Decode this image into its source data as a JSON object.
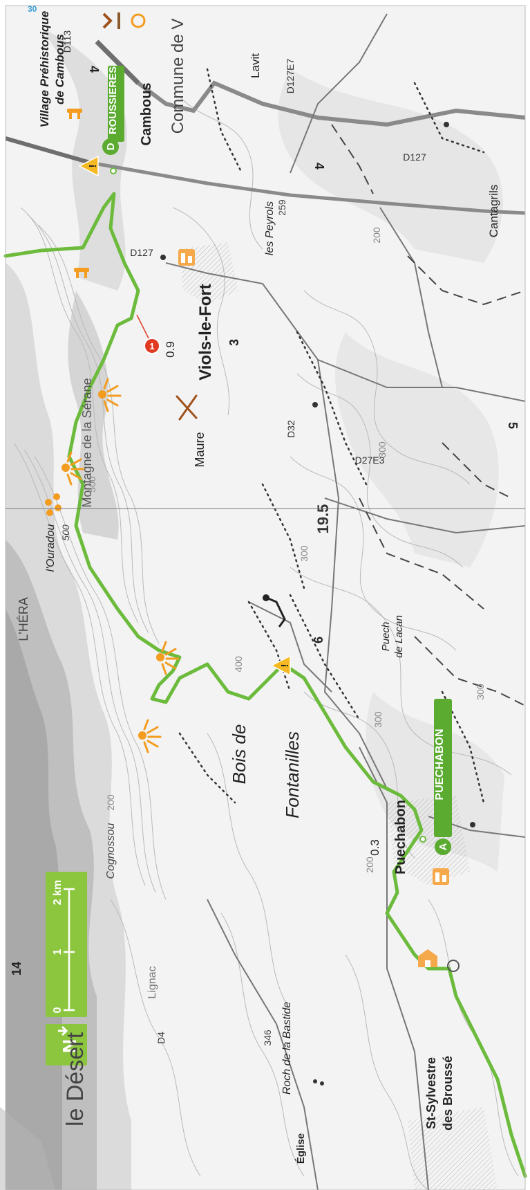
{
  "page": {
    "number": "30"
  },
  "labels": {
    "village_prehistorique": "Village Préhistorique",
    "de_cambous": "de Cambous",
    "cambous": "Cambous",
    "commune_de": "Commune de V",
    "lavit": "Lavit",
    "les_peyrols": "les Peyrols",
    "cantagrils": "Cantagrils",
    "viols_le_fort": "Viols-le-Fort",
    "maure": "Maure",
    "montagne_seranne": "Montagne de la Sérane",
    "l_herault": "L'HÉRA",
    "l_ouradou": "l'Ouradou",
    "bois_de": "Bois de",
    "fontanilles": "Fontanilles",
    "cognossou": "Cognossou",
    "puech_de_lacan_1": "Puech",
    "puech_de_lacan_2": "de Lacan",
    "puechabon": "Puechabon",
    "roc_de_la_bastide": "Roch de la Bastide",
    "eglise": "Église",
    "st_sylvestre_1": "St-Sylvestre",
    "st_sylvestre_2": "des Broussé",
    "le_desert": "le Désert",
    "lignac": "Lignac"
  },
  "roads": {
    "d113": "D113",
    "d127e7": "D127E7",
    "d127_a": "D127",
    "d127_b": "D127",
    "d32": "D32",
    "d27e3": "D27E3",
    "d4": "D4"
  },
  "elevations": {
    "e259": "259",
    "e500": "500",
    "e346": "346",
    "c300a": "300",
    "c300b": "300",
    "c300c": "300",
    "c300d": "300",
    "c200a": "200",
    "c200b": "200",
    "c200c": "200",
    "c400": "400",
    "c500": "500"
  },
  "route": {
    "distance_km": "19.5",
    "distance_segment_1": "0.9",
    "distance_segment_2": "0.3",
    "waypoint_number": "1",
    "marker_4": "4",
    "marker_5": "5",
    "marker_6": "6",
    "marker_3": "3",
    "marker_14": "14"
  },
  "waypoints": {
    "start": {
      "letter": "A",
      "name": "PUECHABON",
      "color": "#5aab2f"
    },
    "end": {
      "letter": "D",
      "name": "ROUSSIERES",
      "color": "#5aab2f"
    }
  },
  "scale": {
    "north": "N",
    "ticks": [
      "0",
      "1",
      "2 km"
    ],
    "background": "#8cc63f"
  },
  "colors": {
    "route": "#6cbb3c",
    "poi": "#f39c1f",
    "warning": "#f5b921",
    "waypoint": "#e03a22",
    "terrain": "#d6d6d6",
    "road_main": "#808080"
  },
  "icons": [
    "picnic-icon",
    "viewpoint-icon",
    "restaurant-icon",
    "village-icon",
    "warning-icon",
    "rock-formation-icon",
    "chapel-icon",
    "church-icon"
  ]
}
